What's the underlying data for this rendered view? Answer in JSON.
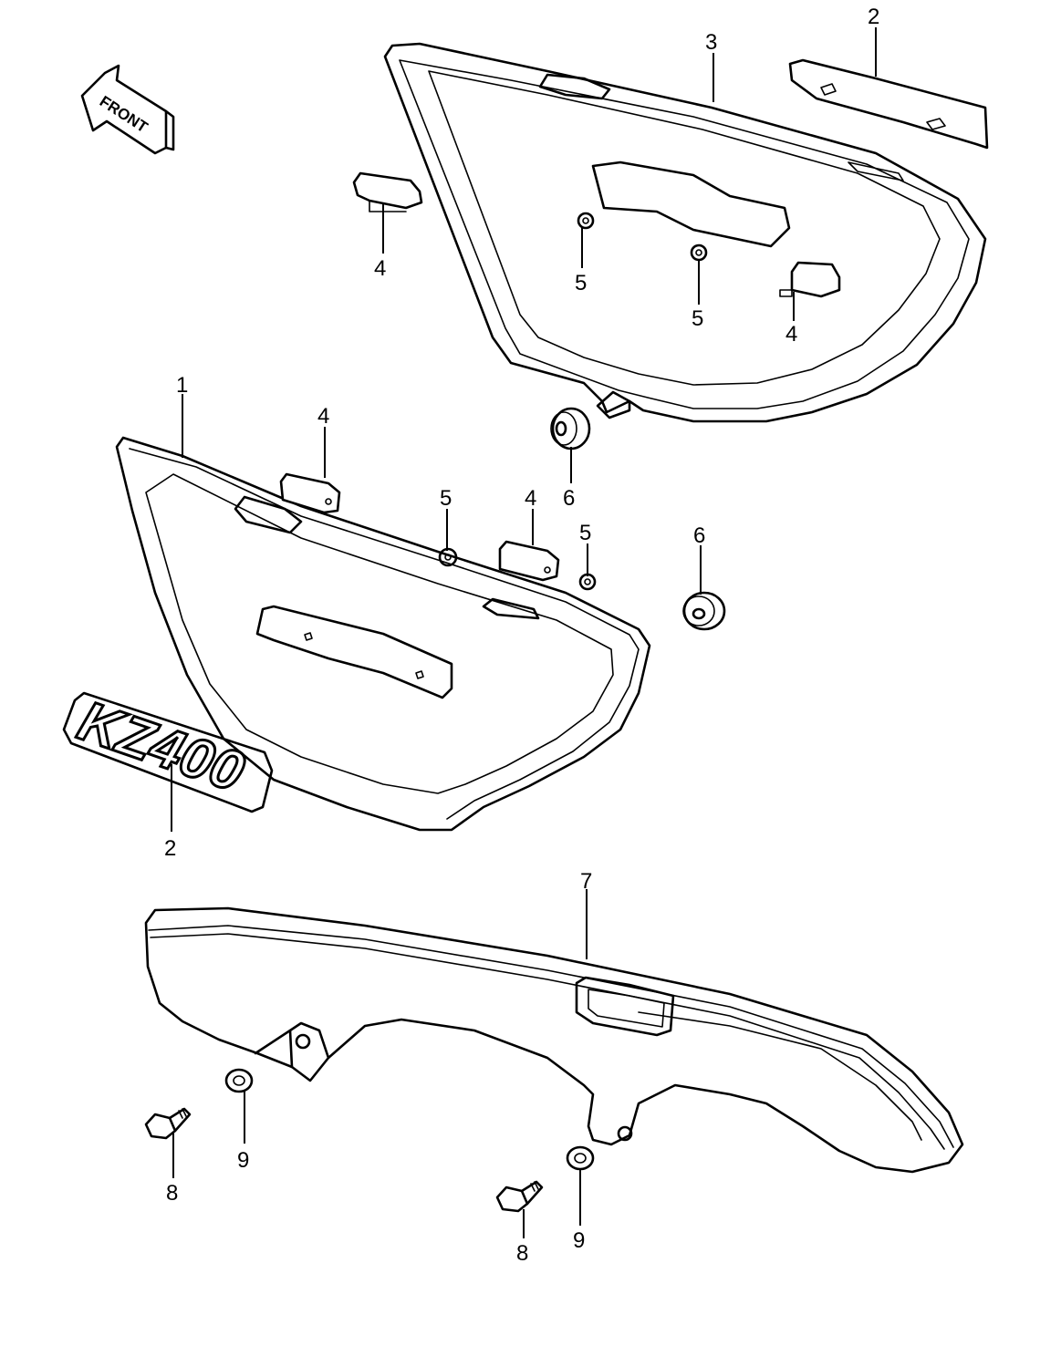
{
  "diagram": {
    "front_label": "FRONT",
    "emblem_text": "KZ400",
    "callouts": [
      "1",
      "2",
      "3",
      "4",
      "5",
      "6",
      "7",
      "8",
      "9"
    ]
  }
}
